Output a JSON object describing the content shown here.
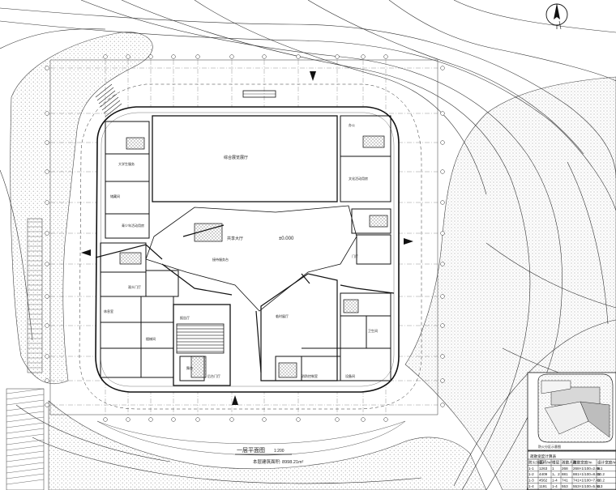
{
  "plan": {
    "title": "一层平面图",
    "scale": "1:200",
    "area_note": "本层建筑面积: 8998.21m²",
    "elevation_mark": "±0.000",
    "rooms": [
      {
        "id": "r1",
        "label": "综合展览展厅"
      },
      {
        "id": "r2",
        "label": "办公"
      },
      {
        "id": "r3",
        "label": "文化活动用房"
      },
      {
        "id": "r4",
        "label": "大学生服务"
      },
      {
        "id": "r5",
        "label": "青少年活动用房"
      },
      {
        "id": "r6",
        "label": "储藏间"
      },
      {
        "id": "r7",
        "label": "共享大厅"
      },
      {
        "id": "r8",
        "label": "接待服务台"
      },
      {
        "id": "r9",
        "label": "门厅"
      },
      {
        "id": "r10",
        "label": "报告厅"
      },
      {
        "id": "r11",
        "label": "临时展厅"
      },
      {
        "id": "r12",
        "label": "休息室"
      },
      {
        "id": "r13",
        "label": "舞台"
      },
      {
        "id": "r14",
        "label": "观众门厅"
      },
      {
        "id": "r15",
        "label": "后台门厅"
      },
      {
        "id": "r16",
        "label": "消防控制室"
      },
      {
        "id": "r17",
        "label": "设备间"
      },
      {
        "id": "r18",
        "label": "楼梯间"
      },
      {
        "id": "r19",
        "label": "卫生间"
      }
    ]
  },
  "inset": {
    "title": "防火分区示意图"
  },
  "table": {
    "title": "疏散宽度计算表",
    "headers": [
      "防火分区",
      "面积/m²",
      "楼层",
      "疏散人数",
      "疏散宽度/m",
      "设计宽度/m"
    ],
    "rows": [
      [
        "1-1",
        "1263",
        "1",
        "268",
        "268×1/100=2.68",
        "5.1"
      ],
      [
        "1-2",
        "4409",
        "1、2",
        "881",
        "881×1/100=8.81",
        "10.2"
      ],
      [
        "1-3",
        "4562",
        "1-4",
        "741",
        "741×1/100=7.41",
        "10.2"
      ],
      [
        "1-4",
        "1191",
        "1-4",
        "553",
        "553×1/100=5.53",
        "6.3"
      ]
    ]
  },
  "colors": {
    "line": "#2a2a2a",
    "wall": "#111111",
    "hatch": "#9a9a9a",
    "paper": "#ffffff"
  },
  "icons": [
    "north-arrow-icon",
    "section-mark-icon",
    "axis-bubble-icon"
  ]
}
